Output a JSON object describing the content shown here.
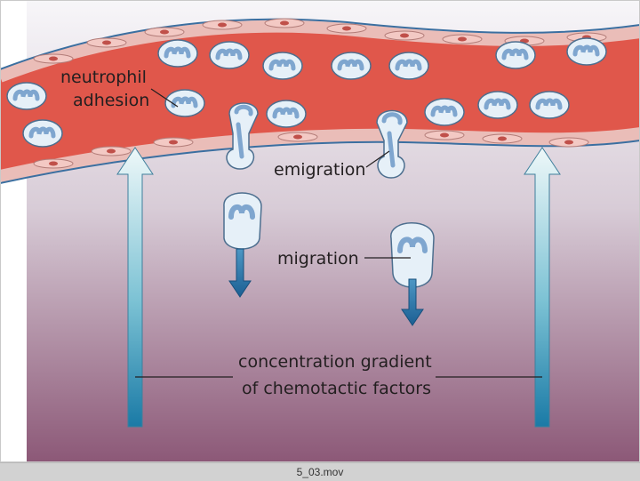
{
  "labels": {
    "neutrophil_line1": "neutrophil",
    "neutrophil_line2": "adhesion",
    "emigration": "emigration",
    "migration": "migration",
    "gradient_line1": "concentration gradient",
    "gradient_line2": "of chemotactic factors"
  },
  "status": {
    "filename": "5_03.mov"
  },
  "colors": {
    "vessel_lumen": "#e0574b",
    "vessel_wall": "#eabdb8",
    "vessel_edge": "#3b6fa0",
    "cell_fill": "#e6f0f8",
    "nucleus": "#7fa6cf",
    "arrow_dark": "#1e7aa8",
    "arrow_light": "#e6f6f8",
    "tissue_top": "#f4f2f6",
    "tissue_bottom": "#8f5a77"
  }
}
